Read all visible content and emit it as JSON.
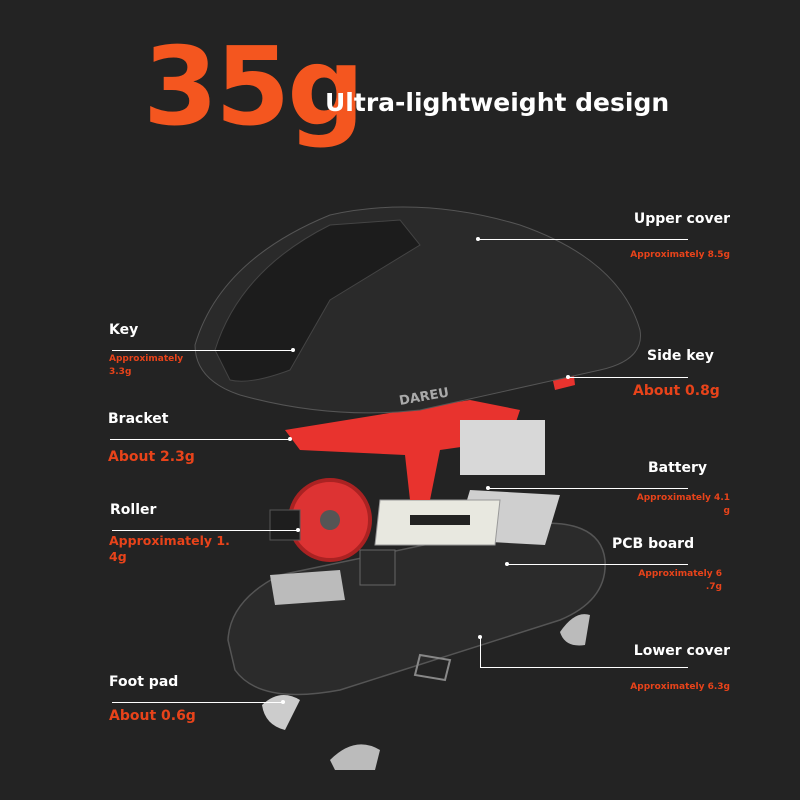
{
  "headline": {
    "weight": "35g",
    "tagline": "Ultra-lightweight design"
  },
  "brand_logo": "DAREU",
  "parts_right": [
    {
      "name": "Upper cover",
      "weight": "Approximately 8.5g"
    },
    {
      "name": "Side key",
      "weight": "About 0.8g"
    },
    {
      "name": "Battery",
      "weight_line1": "Approximately 4.1",
      "weight_line2": "g"
    },
    {
      "name": "PCB board",
      "weight_line1": "Approximately 6",
      "weight_line2": ".7g"
    },
    {
      "name": "Lower cover",
      "weight": "Approximately 6.3g"
    }
  ],
  "parts_left": [
    {
      "name": "Key",
      "weight_line1": "Approximately",
      "weight_line2": "3.3g"
    },
    {
      "name": "Bracket",
      "weight": "About 2.3g"
    },
    {
      "name": "Roller",
      "weight_line1": "Approximately 1.",
      "weight_line2": "4g"
    },
    {
      "name": "Foot pad",
      "weight": "About 0.6g"
    }
  ],
  "colors": {
    "accent": "#f4561f",
    "label_orange": "#e8431a",
    "background": "#232323",
    "bracket_red": "#e8332e"
  }
}
